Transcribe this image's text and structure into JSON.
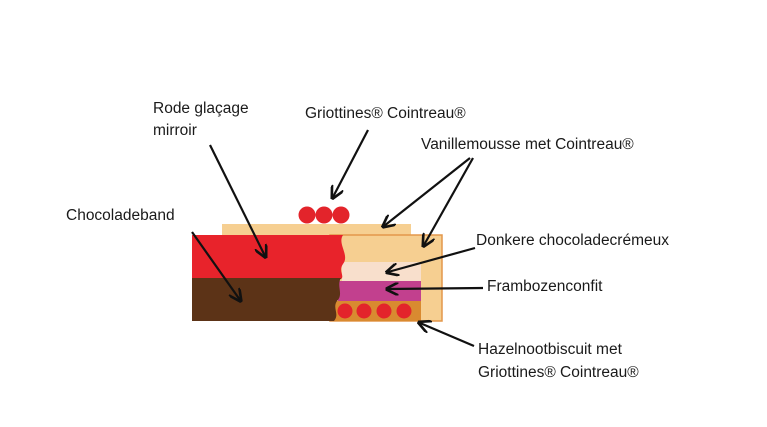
{
  "labels": {
    "glacage_line1": "Rode glaçage",
    "glacage_line2": "mirroir",
    "griottines": "Griottines® Cointreau®",
    "vanille": "Vanillemousse met Cointreau®",
    "chocoladeband": "Chocoladeband",
    "cremeux": "Donkere chocoladecrémeux",
    "framboos": "Frambozenconfit",
    "biscuit_line1": "Hazelnootbiscuit met",
    "biscuit_line2": "Griottines® Cointreau®"
  },
  "colors": {
    "red_glaze": "#e8232b",
    "chocolate_band": "#5c3317",
    "cream_top": "#f6cf91",
    "cream_outline": "#e3974b",
    "cremeux": "#f8dfcc",
    "raspberry": "#c2408e",
    "biscuit": "#d98a30",
    "cherry": "#e3242b"
  }
}
